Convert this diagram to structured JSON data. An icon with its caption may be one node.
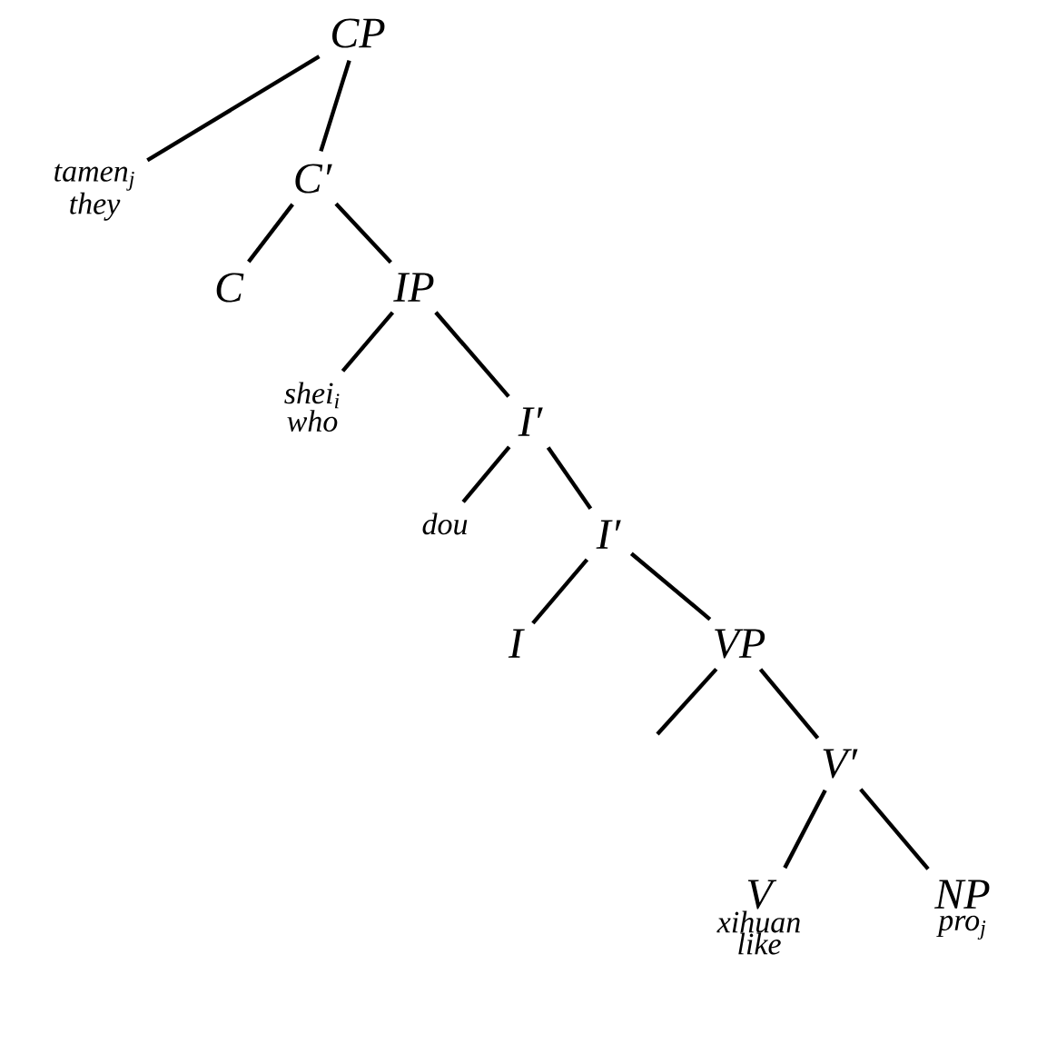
{
  "diagram": {
    "nodes": [
      {
        "text": [
          "CP"
        ]
      },
      {
        "text": [
          "tamen$_{j}$",
          "they"
        ]
      },
      {
        "text": [
          "C′"
        ]
      },
      {
        "text": [
          "C"
        ]
      },
      {
        "text": [
          "IP"
        ]
      },
      {
        "text": [
          "shei$_{i}$",
          "who"
        ]
      },
      {
        "text": [
          "I′"
        ]
      },
      {
        "text": [
          "dou"
        ]
      },
      {
        "text": [
          "I′"
        ]
      },
      {
        "text": [
          "I"
        ]
      },
      {
        "text": [
          "VP"
        ]
      },
      {
        "text": [
          "V′"
        ]
      },
      {
        "text": [
          "V",
          "xihuan",
          "like"
        ]
      },
      {
        "text": [
          "NP",
          "pro$_{j}$"
        ]
      }
    ],
    "edges": [
      {
        "from": 0,
        "to": 1,
        "arrow": "none"
      },
      {
        "from": 0,
        "to": 2,
        "arrow": "none"
      },
      {
        "from": 2,
        "to": 3,
        "arrow": "none"
      },
      {
        "from": 2,
        "to": 4,
        "arrow": "none"
      },
      {
        "from": 4,
        "to": 5,
        "arrow": "none"
      },
      {
        "from": 4,
        "to": 6,
        "arrow": "none"
      },
      {
        "from": 6,
        "to": 7,
        "arrow": "none"
      },
      {
        "from": 6,
        "to": 8,
        "arrow": "none"
      },
      {
        "from": 8,
        "to": 9,
        "arrow": "none"
      },
      {
        "from": 8,
        "to": 10,
        "arrow": "none"
      },
      {
        "from": 10,
        "to": null,
        "arrow": "none"
      },
      {
        "from": 10,
        "to": 11,
        "arrow": "none"
      },
      {
        "from": 11,
        "to": 12,
        "arrow": "none"
      },
      {
        "from": 11,
        "to": 13,
        "arrow": "none"
      }
    ]
  }
}
